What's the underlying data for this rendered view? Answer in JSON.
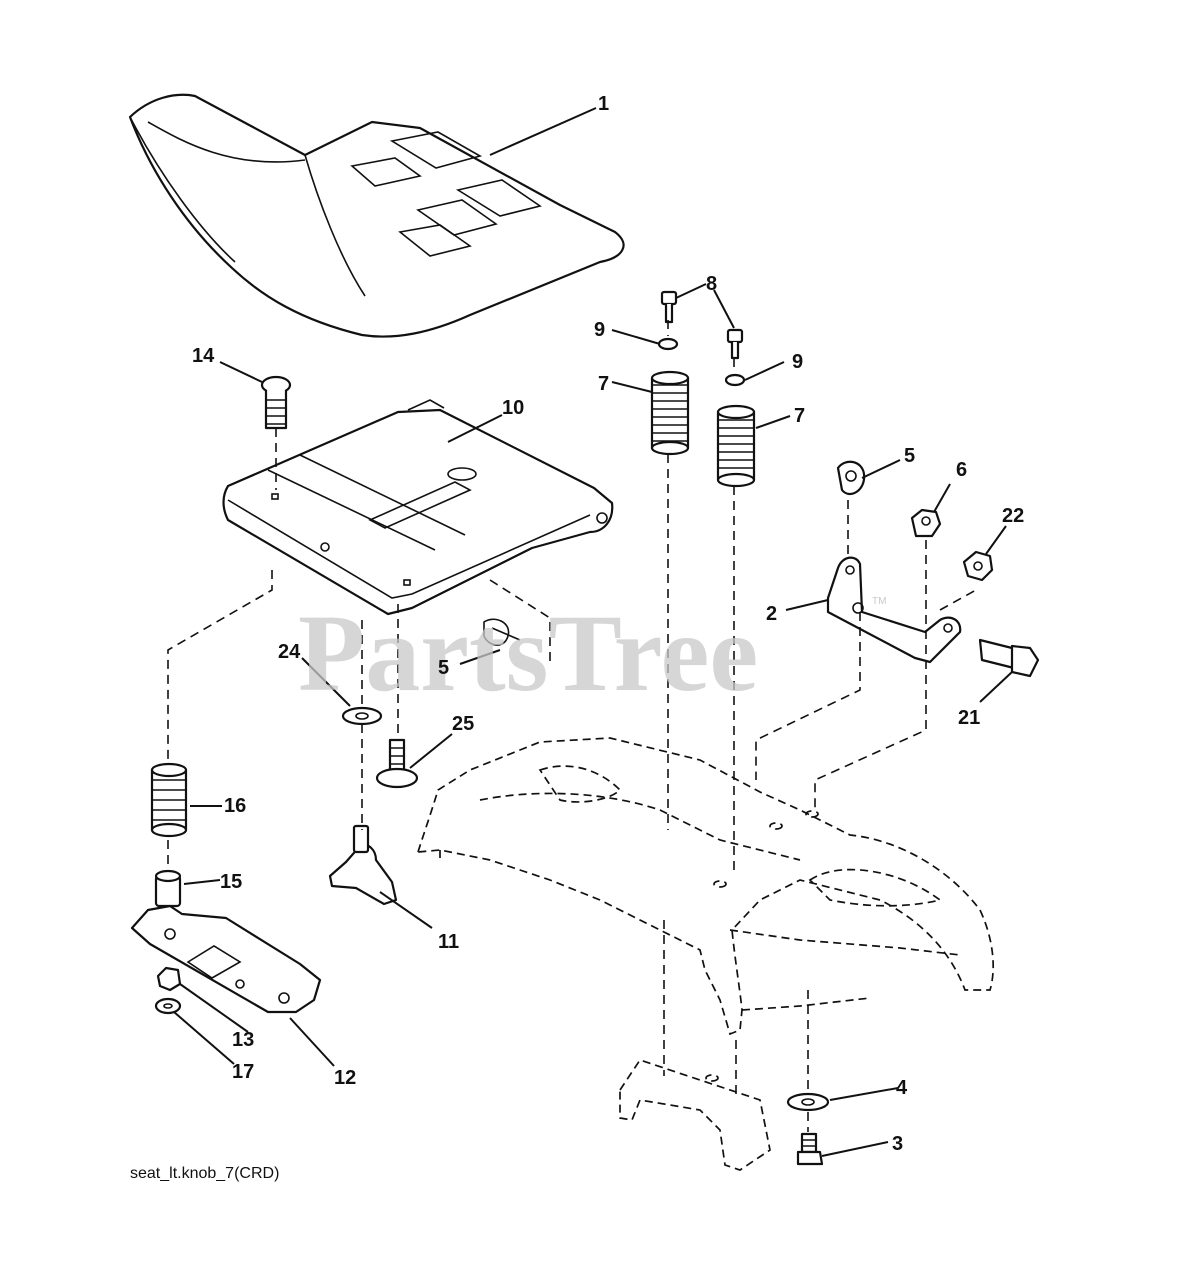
{
  "caption": "seat_lt.knob_7(CRD)",
  "watermark": "PartsTree",
  "trademark": "TM",
  "callouts": [
    {
      "id": "c1",
      "label": "1"
    },
    {
      "id": "c2",
      "label": "2"
    },
    {
      "id": "c3",
      "label": "3"
    },
    {
      "id": "c4",
      "label": "4"
    },
    {
      "id": "c5a",
      "label": "5"
    },
    {
      "id": "c5b",
      "label": "5"
    },
    {
      "id": "c6",
      "label": "6"
    },
    {
      "id": "c7a",
      "label": "7"
    },
    {
      "id": "c7b",
      "label": "7"
    },
    {
      "id": "c8",
      "label": "8"
    },
    {
      "id": "c9a",
      "label": "9"
    },
    {
      "id": "c9b",
      "label": "9"
    },
    {
      "id": "c10",
      "label": "10"
    },
    {
      "id": "c11",
      "label": "11"
    },
    {
      "id": "c12",
      "label": "12"
    },
    {
      "id": "c13",
      "label": "13"
    },
    {
      "id": "c14",
      "label": "14"
    },
    {
      "id": "c15",
      "label": "15"
    },
    {
      "id": "c16",
      "label": "16"
    },
    {
      "id": "c17",
      "label": "17"
    },
    {
      "id": "c21",
      "label": "21"
    },
    {
      "id": "c22",
      "label": "22"
    },
    {
      "id": "c24",
      "label": "24"
    },
    {
      "id": "c25",
      "label": "25"
    }
  ]
}
